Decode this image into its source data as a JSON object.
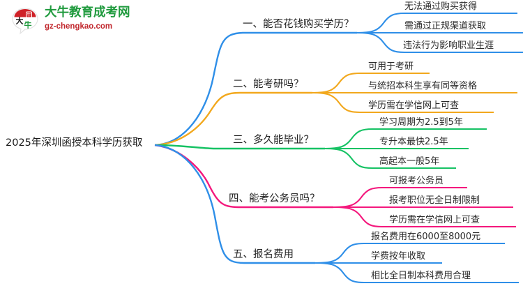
{
  "logo": {
    "icon": "cow-head-speech-bubble-logo-icon",
    "cn_name": "大牛教育成考网",
    "domain": "gz-chengkao.com",
    "cn_color": "#1f9a3d",
    "domain_color": "#c1272d"
  },
  "mindmap": {
    "root": {
      "label": "2025年深圳函授本科学历获取"
    },
    "branches": [
      {
        "id": "branch-1",
        "index": "一",
        "label": "一、能否花钱购买学历？",
        "color": "#2f8fe8",
        "children": [
          {
            "label": "无法通过购买获得"
          },
          {
            "label": "需通过正规渠道获取"
          },
          {
            "label": "违法行为影响职业生涯"
          }
        ]
      },
      {
        "id": "branch-2",
        "index": "二",
        "label": "二、能考研吗？",
        "color": "#f2a81d",
        "children": [
          {
            "label": "可用于考研"
          },
          {
            "label": "与统招本科生享有同等资格"
          },
          {
            "label": "学历需在学信网上可查"
          }
        ]
      },
      {
        "id": "branch-3",
        "index": "三",
        "label": "三、多久能毕业？",
        "color": "#16c264",
        "children": [
          {
            "label": "学习周期为2.5到5年"
          },
          {
            "label": "专升本最快2.5年"
          },
          {
            "label": "高起本一般5年"
          }
        ]
      },
      {
        "id": "branch-4",
        "index": "四",
        "label": "四、能考公务员吗？",
        "color": "#f4187d",
        "children": [
          {
            "label": "可报考公务员"
          },
          {
            "label": "报考职位无全日制限制"
          },
          {
            "label": "学历需在学信网上可查"
          }
        ]
      },
      {
        "id": "branch-5",
        "index": "五",
        "label": "五、报名费用",
        "color": "#2f8fe8",
        "children": [
          {
            "label": "报名费用在6000至8000元"
          },
          {
            "label": "学费按年收取"
          },
          {
            "label": "相比全日制本科费用合理"
          }
        ]
      }
    ]
  }
}
